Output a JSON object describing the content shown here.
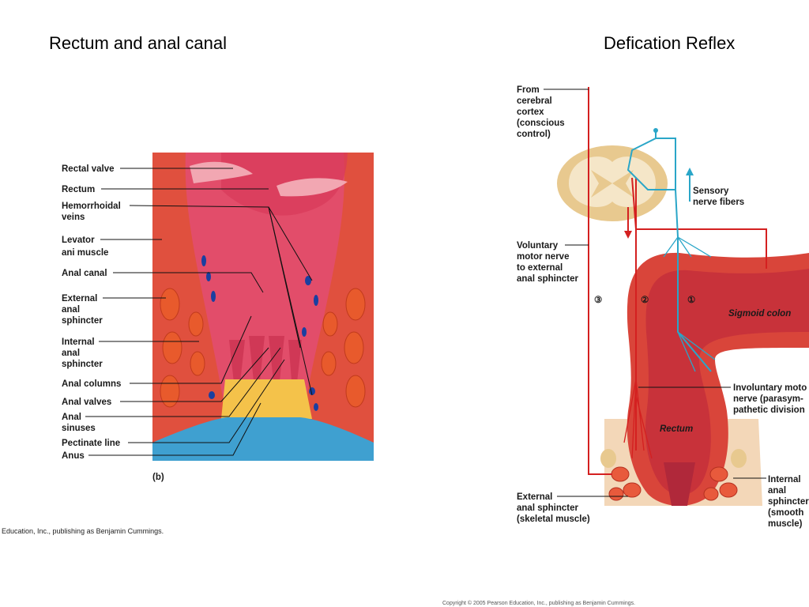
{
  "titles": {
    "left": "Rectum and anal canal",
    "right": "Defication Reflex"
  },
  "left_figure": {
    "panel_label": "(b)",
    "labels": [
      [
        "Rectal valve"
      ],
      [
        "Rectum"
      ],
      [
        "Hemorrhoidal",
        "veins"
      ],
      [
        "Levator",
        "ani muscle"
      ],
      [
        "Anal canal"
      ],
      [
        "External",
        "anal",
        "sphincter"
      ],
      [
        "Internal",
        "anal",
        "sphincter"
      ],
      [
        "Anal columns"
      ],
      [
        "Anal valves"
      ],
      [
        "Anal",
        "sinuses"
      ],
      [
        "Pectinate line"
      ],
      [
        "Anus"
      ]
    ],
    "credit": "Education, Inc., publishing as Benjamin Cummings."
  },
  "right_figure": {
    "labels": {
      "cortex": [
        "From",
        "cerebral",
        "cortex",
        "(conscious",
        "control)"
      ],
      "sensory": [
        "Sensory",
        "nerve fibers"
      ],
      "voluntary": [
        "Voluntary",
        "motor nerve",
        "to external",
        "anal sphincter"
      ],
      "sigmoid": "Sigmoid colon",
      "involuntary": [
        "Involuntary moto",
        "nerve (parasym-",
        "pathetic division"
      ],
      "rectum": "Rectum",
      "internal": [
        "Internal",
        "anal",
        "sphincter",
        "(smooth",
        "muscle)"
      ],
      "external": [
        "External",
        "anal sphincter",
        "(skeletal muscle)"
      ]
    },
    "steps": [
      "③",
      "②",
      "①"
    ],
    "copyright": "Copyright © 2005 Pearson Education, Inc., publishing as Benjamin Cummings."
  },
  "colors": {
    "muscle": "#d9453a",
    "mucosa": "#e24d6a",
    "fat": "#f6d23c",
    "nerve_motor": "#d42020",
    "nerve_sensory": "#2aa6c8",
    "vein": "#1b3fa0",
    "skin": "#f3d7b8",
    "anal_blue": "#3fa0d0"
  }
}
